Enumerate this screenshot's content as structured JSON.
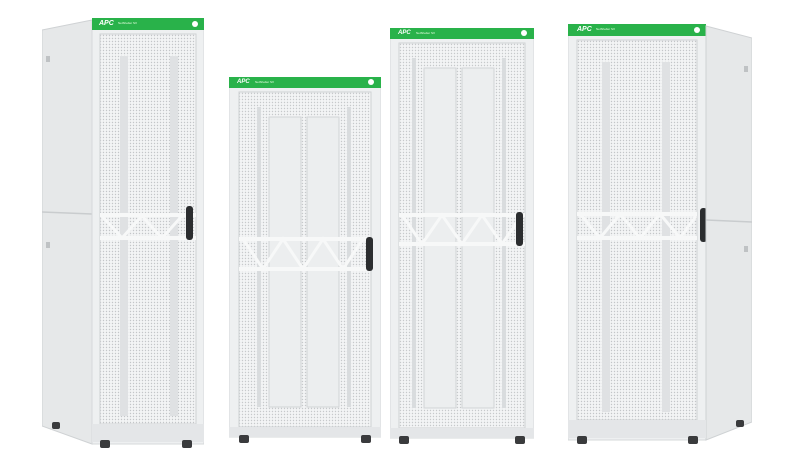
{
  "scene": {
    "description_items": [
      "rack-1",
      "rack-2",
      "rack-3",
      "rack-4"
    ],
    "colors": {
      "frame": "#eef0f1",
      "frame_shade": "#d7dadc",
      "mesh": "#c9ccce",
      "mesh_bg": "#f4f5f6",
      "accent_green": "#29b24a",
      "handle": "#2b2d2f",
      "wheel": "#3a3b3d",
      "background": "#ffffff"
    },
    "brand": {
      "name": "APC",
      "sub": "NetShelter SX"
    },
    "icons": [
      "schneider-logo-icon",
      "door-handle-icon",
      "caster-icon"
    ]
  }
}
